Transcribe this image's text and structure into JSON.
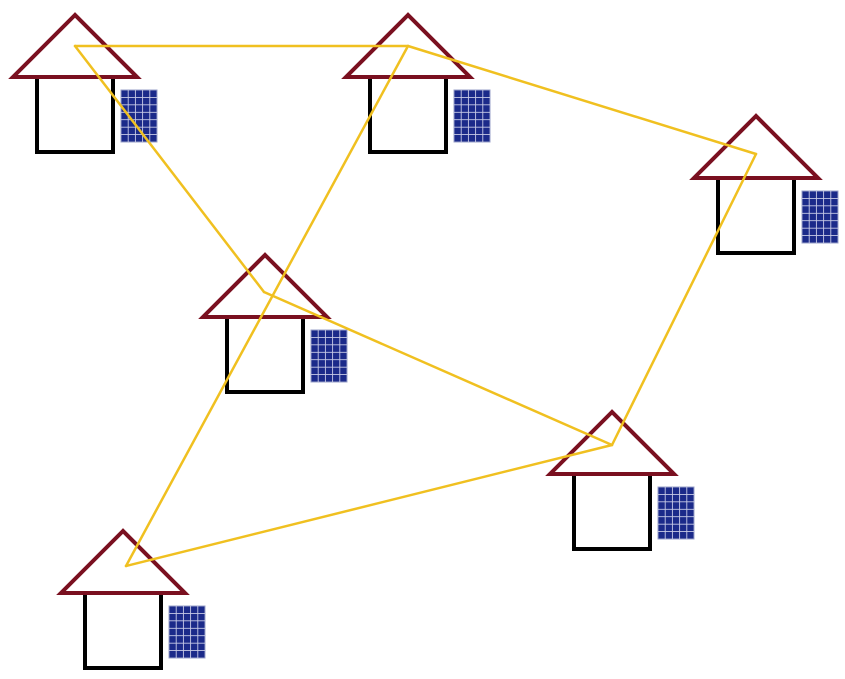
{
  "colors": {
    "background": "#ffffff",
    "roof": "#7a1020",
    "walls": "#000000",
    "panel_fill": "#1b2a8a",
    "panel_grid": "#c8cbe6",
    "link": "#f0c020"
  },
  "houses": [
    {
      "id": "house-top-left",
      "icon": "house-with-solar-panel-icon"
    },
    {
      "id": "house-top-middle",
      "icon": "house-with-solar-panel-icon"
    },
    {
      "id": "house-right",
      "icon": "house-with-solar-panel-icon"
    },
    {
      "id": "house-center",
      "icon": "house-with-solar-panel-icon"
    },
    {
      "id": "house-bottom-right",
      "icon": "house-with-solar-panel-icon"
    },
    {
      "id": "house-bottom-left",
      "icon": "house-with-solar-panel-icon"
    }
  ],
  "links": [
    {
      "from": "house-top-left",
      "to": "house-top-middle"
    },
    {
      "from": "house-top-left",
      "to": "house-center"
    },
    {
      "from": "house-top-middle",
      "to": "house-right"
    },
    {
      "from": "house-top-middle",
      "to": "house-bottom-left"
    },
    {
      "from": "house-right",
      "to": "house-bottom-right"
    },
    {
      "from": "house-center",
      "to": "house-bottom-right"
    },
    {
      "from": "house-bottom-right",
      "to": "house-bottom-left"
    }
  ]
}
